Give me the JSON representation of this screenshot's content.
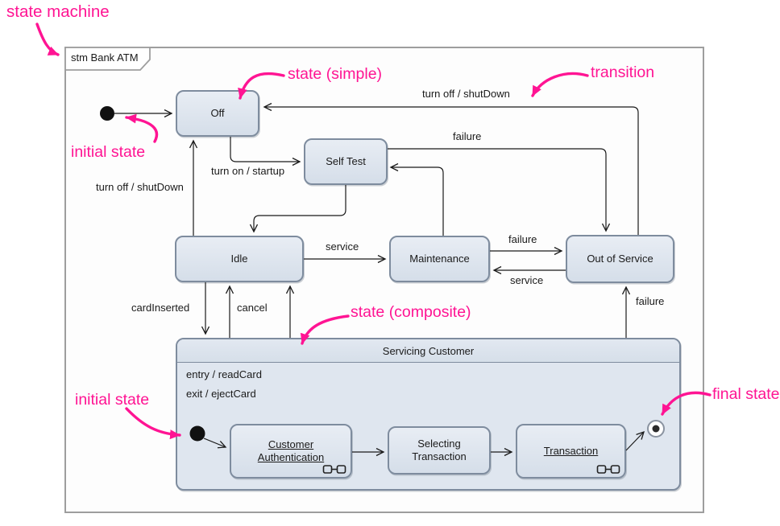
{
  "frame": {
    "title": "stm Bank ATM"
  },
  "annotations": {
    "state_machine": "state machine",
    "state_simple": "state (simple)",
    "transition": "transition",
    "initial_state_top": "initial state",
    "state_composite": "state (composite)",
    "initial_state_inner": "initial state",
    "final_state": "final state"
  },
  "states": {
    "off": {
      "label": "Off"
    },
    "self_test": {
      "label": "Self Test"
    },
    "idle": {
      "label": "Idle"
    },
    "maintenance": {
      "label": "Maintenance"
    },
    "out_of_service": {
      "label": "Out of Service"
    },
    "servicing_customer": {
      "title": "Servicing Customer",
      "entry_action": "entry / readCard",
      "exit_action": "exit / ejectCard",
      "substates": {
        "customer_authentication": {
          "label": "Customer Authentication"
        },
        "selecting_transaction": {
          "label": "Selecting Transaction"
        },
        "transaction": {
          "label": "Transaction"
        }
      }
    }
  },
  "transitions": {
    "turn_off_from_oos": "turn off / shutDown",
    "failure_selftest_oos": "failure",
    "turn_on_startup": "turn on / startup",
    "turn_off_from_idle": "turn off / shutDown",
    "service_idle_maintenance": "service",
    "failure_maintenance_oos": "failure",
    "service_oos_maintenance": "service",
    "card_inserted": "cardInserted",
    "cancel": "cancel",
    "failure_sc_oos": "failure"
  },
  "icons": {
    "initial_state": "filled-black-circle",
    "final_state": "bullseye-circle",
    "submachine": "two-linked-rectangles"
  },
  "colors": {
    "annotation": "#ff1493",
    "state_border": "#7e8c9e",
    "state_fill_top": "#e8edf4",
    "state_fill_bottom": "#d5dee9",
    "composite_fill": "#dfe6ef",
    "frame_border": "#9e9e9e",
    "line": "#1a1a1a"
  }
}
